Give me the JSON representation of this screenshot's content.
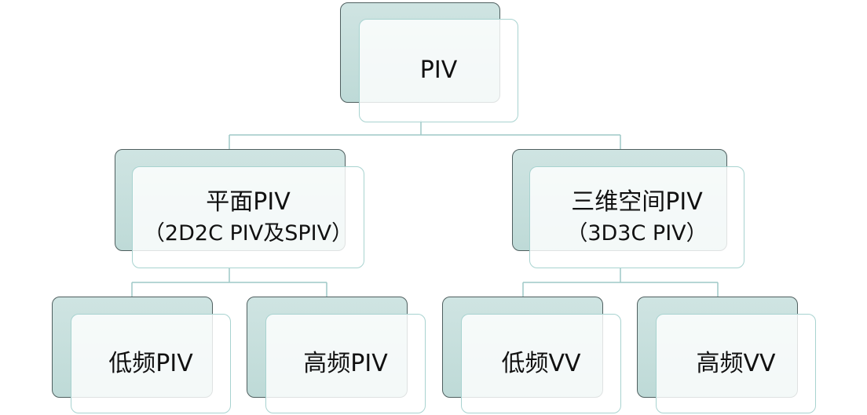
{
  "diagram": {
    "root": {
      "label": "PIV"
    },
    "level1": [
      {
        "line1": "平面PIV",
        "line2": "（2D2C PIV及SPIV）"
      },
      {
        "line1": "三维空间PIV",
        "line2": "（3D3C PIV）"
      }
    ],
    "level2": [
      {
        "label": "低频PIV"
      },
      {
        "label": "高频PIV"
      },
      {
        "label": "低频VV"
      },
      {
        "label": "高频VV"
      }
    ]
  },
  "colors": {
    "back_fill": "#bedad7",
    "back_border": "#4f5f5f",
    "front_border": "#a8d3d0",
    "connector": "#9ec9c7"
  }
}
